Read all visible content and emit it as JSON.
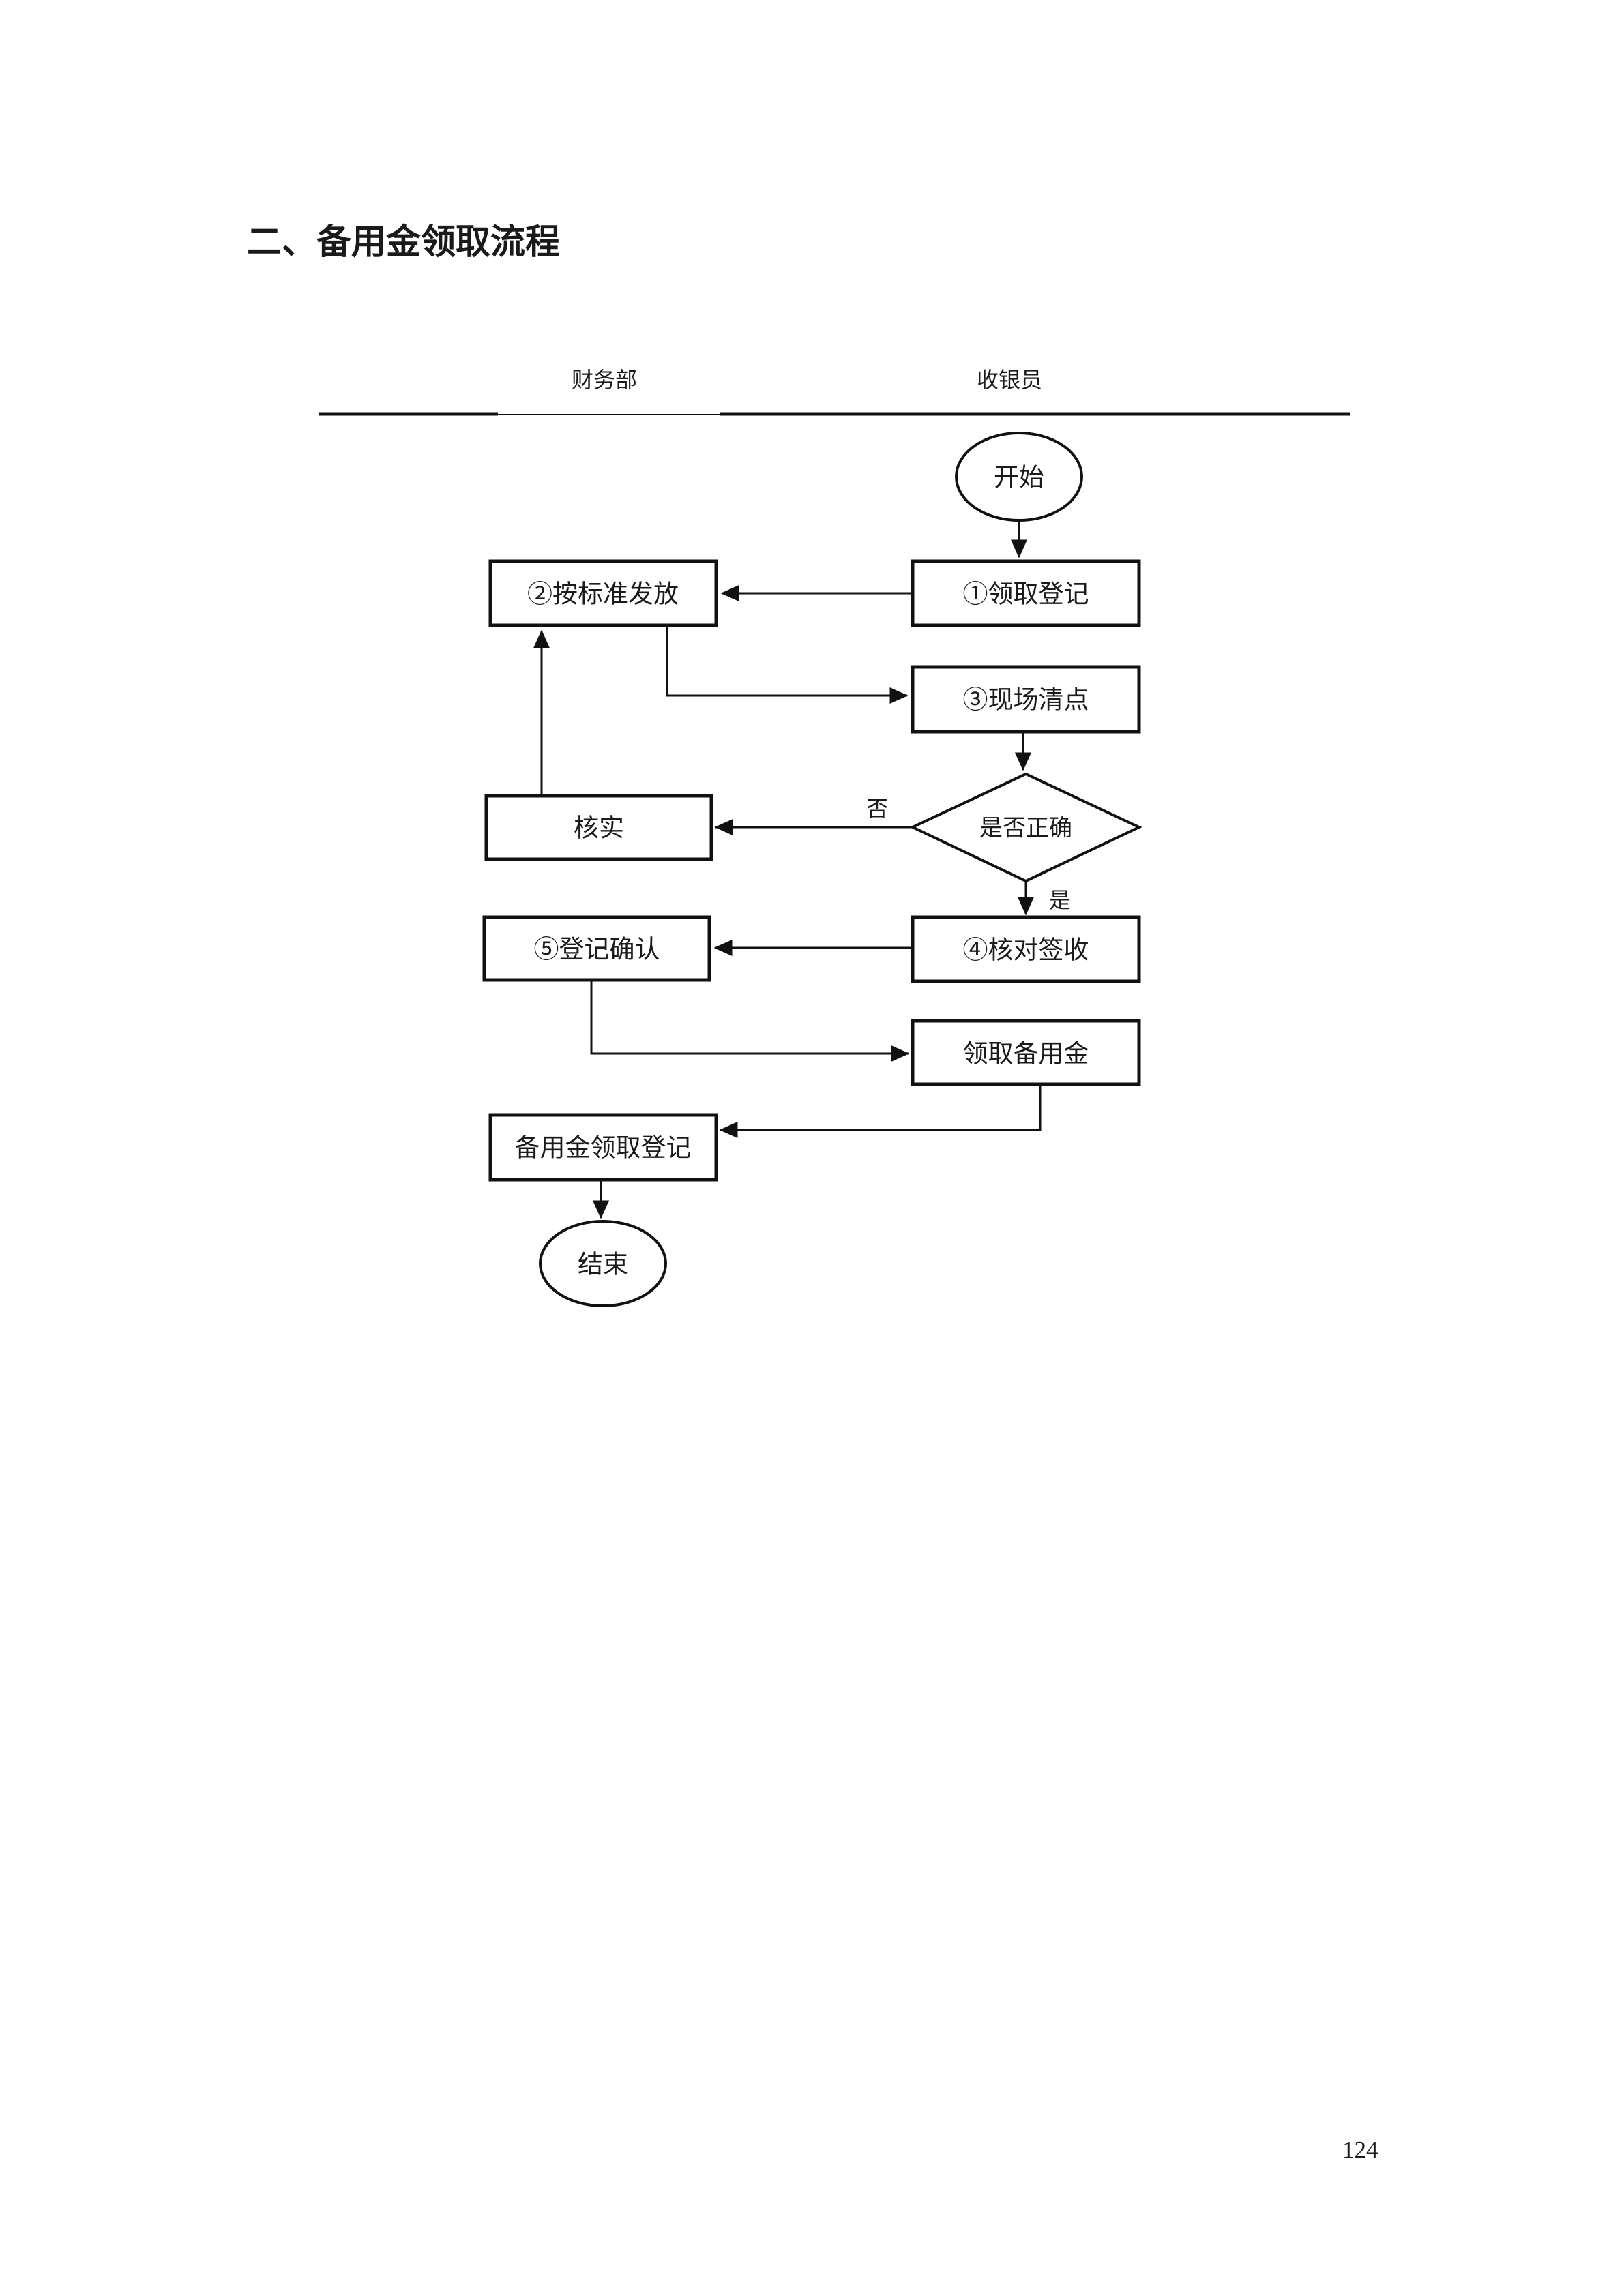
{
  "page": {
    "title": "二、备用金领取流程",
    "page_number": "124"
  },
  "flowchart": {
    "columns": {
      "left": "财务部",
      "right": "收银员"
    },
    "nodes": {
      "start": "开始",
      "step1": "①领取登记",
      "step2": "②按标准发放",
      "step3": "③现场清点",
      "decision": "是否正确",
      "verify": "核实",
      "step4": "④核对签收",
      "step5": "⑤登记确认",
      "receive": "领取备用金",
      "register": "备用金领取登记",
      "end": "结束"
    },
    "edge_labels": {
      "no": "否",
      "yes": "是"
    },
    "line_color": "#111111",
    "background": "#ffffff"
  }
}
